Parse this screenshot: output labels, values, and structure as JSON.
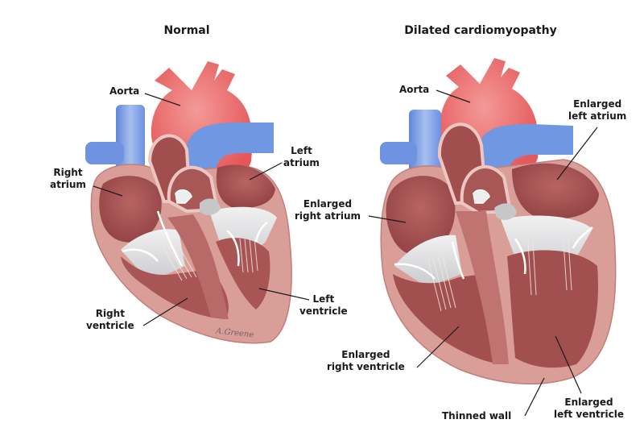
{
  "figure": {
    "panels": [
      {
        "title": "Normal",
        "labels": {
          "aorta": [
            "Aorta"
          ],
          "left_atrium": [
            "Left",
            "atrium"
          ],
          "right_atrium": [
            "Right",
            "atrium"
          ],
          "right_ventricle": [
            "Right",
            "ventricle"
          ],
          "left_ventricle": [
            "Left",
            "ventricle"
          ]
        },
        "signature": "A.Greene"
      },
      {
        "title": "Dilated cardiomyopathy",
        "labels": {
          "aorta": [
            "Aorta"
          ],
          "enlarged_left_atrium": [
            "Enlarged",
            "left atrium"
          ],
          "enlarged_right_atrium": [
            "Enlarged",
            "right atrium"
          ],
          "enlarged_right_ventricle": [
            "Enlarged",
            "right ventricle"
          ],
          "thinned_wall": [
            "Thinned wall"
          ],
          "enlarged_left_ventricle": [
            "Enlarged",
            "left ventricle"
          ]
        }
      }
    ],
    "colors": {
      "aorta": "#e8605e",
      "aorta_highlight": "#f19593",
      "vein": "#6f93e0",
      "vein_highlight": "#a9c1f0",
      "myocardium_outer": "#d79b96",
      "myocardium_inner": "#b5625f",
      "chamber": "#9c4a4a",
      "valve": "#d9dadb",
      "leader_line": "#1a1a1a"
    }
  }
}
